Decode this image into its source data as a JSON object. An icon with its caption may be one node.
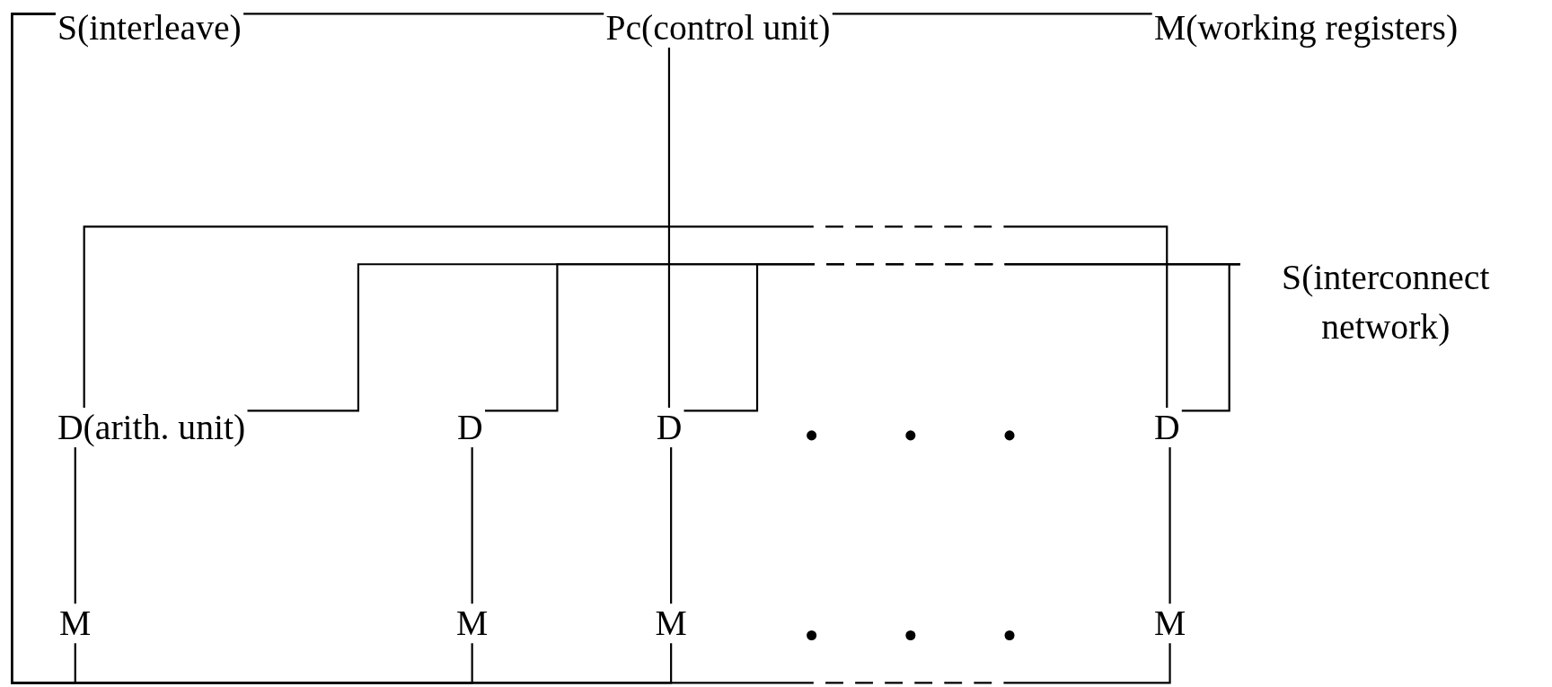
{
  "diagram": {
    "nodes": [
      {
        "text": [
          "S(interleave)"
        ]
      },
      {
        "text": [
          "Pc(control unit)"
        ]
      },
      {
        "text": [
          "M(working registers)"
        ]
      },
      {
        "text": [
          "S(interconnect network)"
        ]
      },
      {
        "text": [
          "D(arith. unit)"
        ]
      },
      {
        "text": [
          "D"
        ]
      },
      {
        "text": [
          "D"
        ]
      },
      {
        "text": [
          "D"
        ]
      },
      {
        "text": [
          "M"
        ]
      },
      {
        "text": [
          "M"
        ]
      },
      {
        "text": [
          "M"
        ]
      },
      {
        "text": [
          "M"
        ]
      }
    ],
    "edges": [
      {
        "from": 0,
        "to": 1,
        "arrow": "none"
      },
      {
        "from": 1,
        "to": 2,
        "arrow": "none"
      },
      {
        "from": 1,
        "to": 6,
        "arrow": "none"
      },
      {
        "from": 0,
        "to": 8,
        "arrow": "none"
      },
      {
        "from": 0,
        "to": 9,
        "arrow": "none"
      },
      {
        "from": 0,
        "to": 10,
        "arrow": "none"
      },
      {
        "from": 0,
        "to": 11,
        "arrow": "none",
        "style": "dashed"
      },
      {
        "from": 4,
        "to": 7,
        "arrow": "none",
        "style": "dashed"
      },
      {
        "from": 3,
        "to": 4,
        "arrow": "none",
        "style": "dashed"
      },
      {
        "from": 3,
        "to": 5,
        "arrow": "none",
        "style": "dashed"
      },
      {
        "from": 3,
        "to": 6,
        "arrow": "none",
        "style": "dashed"
      },
      {
        "from": 3,
        "to": 7,
        "arrow": "none"
      },
      {
        "from": 4,
        "to": 8,
        "arrow": "none"
      },
      {
        "from": 5,
        "to": 9,
        "arrow": "none"
      },
      {
        "from": 6,
        "to": 10,
        "arrow": "none"
      },
      {
        "from": 7,
        "to": 11,
        "arrow": "none"
      }
    ]
  }
}
